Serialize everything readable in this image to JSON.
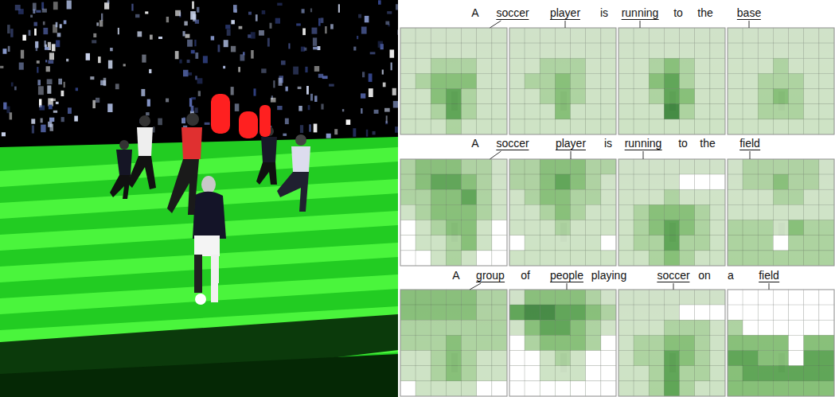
{
  "diagram": {
    "labels": [
      "A",
      "soccer",
      "player",
      "is",
      "running",
      "to",
      "the",
      "base",
      "A",
      "soccer",
      "player",
      "is",
      "running",
      "to",
      "the",
      "field",
      "A",
      "group",
      "of",
      "people",
      "playing",
      "soccer",
      "on",
      "a",
      "field"
    ]
  }
}
